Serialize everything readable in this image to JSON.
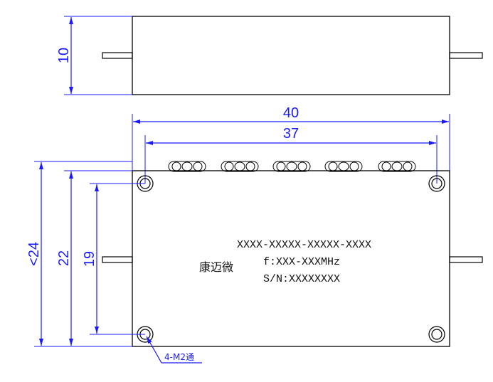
{
  "dimensions": {
    "side_height": "10",
    "total_width": "40",
    "hole_spacing_x": "37",
    "total_height": "<24",
    "body_height": "22",
    "hole_spacing_y": "19"
  },
  "label": {
    "part_number": "XXXX-XXXXX-XXXXX-XXXX",
    "frequency": "f:XXX-XXXMHz",
    "serial": "S/N:XXXXXXXX",
    "brand": "康迈微"
  },
  "callout": {
    "holes": "4-M2通"
  },
  "colors": {
    "dimension": "#1a1aff",
    "outline": "#000000"
  }
}
